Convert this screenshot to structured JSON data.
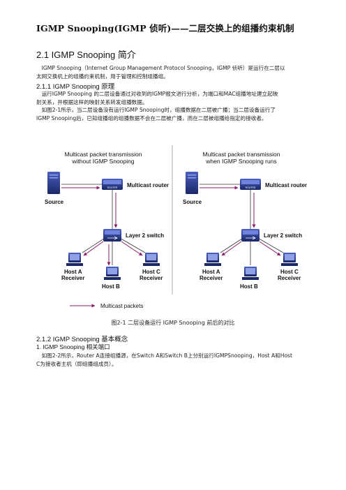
{
  "title": "IGMP Snooping(IGMP 侦听)——二层交换上的组播约束机制",
  "sec_2_1": {
    "heading": "2.1 IGMP Snooping  简介"
  },
  "intro": {
    "line1": "　IGMP Snooping（Internet Group Management Protocol Snooping，IGMP 侦听）是运行在二层以",
    "line2": "太网交换机上的组播约束机制，用于管理和控制组播组。"
  },
  "sec_2_1_1": {
    "heading": "2.1.1 IGMP Snooping  原理"
  },
  "principle": {
    "line1": "　运行IGMP Snooping 的二层设备通过对收到的IGMP报文进行分析，为端口和MAC组播地址建立起映",
    "line2": "射关系，并根据这样的映射关系转发组播数据。",
    "line3": "　如图2-1所示，当二层设备没有运行IGMP Snooping时，组播数据在二层被广播；当二层设备运行了",
    "line4": "IGMP Snooping后，已知组播组的组播数据不会在二层被广播，而在二层被组播给指定的接收者。"
  },
  "diagram": {
    "left_title_1": "Multicast packet transmission",
    "left_title_2": "without IGMP Snooping",
    "right_title_1": "Multicast packet transmission",
    "right_title_2": "when IGMP Snooping runs",
    "router_label": "Multicast router",
    "router_badge": "ROUTER",
    "source_label": "Source",
    "switch_label": "Layer 2 switch",
    "host_a_1": "Host A",
    "host_a_2": "Receiver",
    "host_b": "Host B",
    "host_c_1": "Host C",
    "host_c_2": "Receiver",
    "legend": "Multicast packets",
    "colors": {
      "device": "#2b3d96",
      "device_dark": "#1a2766",
      "arrow": "#8a1f6a",
      "line": "#333333",
      "divider": "#999999"
    }
  },
  "caption": "图2-1  二层设备运行 IGMP Snooping 前后的对比",
  "sec_2_1_2": {
    "heading": "2.1.2 IGMP Snooping  基本概念"
  },
  "sec_1": {
    "heading": "1. IGMP Snooping  相关端口"
  },
  "ports": {
    "line1": "　如图2-2所示，Router A连接组播源，在Switch A和Switch B上分别运行IGMPSnooping，Host A和Host",
    "line2": "C为接收者主机（即组播组成员）。"
  }
}
